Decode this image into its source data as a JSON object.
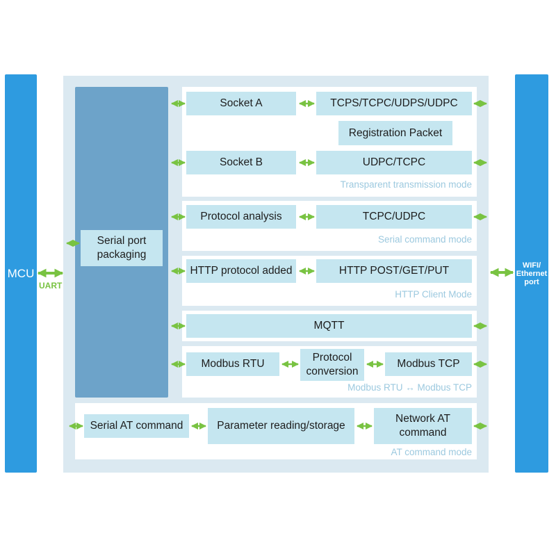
{
  "left_bar": {
    "label": "MCU"
  },
  "uart_label": "UART",
  "right_bar": {
    "label_line1": "WIFI/",
    "label_line2": "Ethernet",
    "label_line3": "port"
  },
  "serial_packaging": {
    "line1": "Serial port",
    "line2": "packaging"
  },
  "transparent": {
    "socket_a": "Socket A",
    "socket_a_protocols": "TCPS/TCPC/UDPS/UDPC",
    "registration": "Registration Packet",
    "socket_b": "Socket B",
    "socket_b_protocols": "UDPC/TCPC",
    "caption": "Transparent transmission mode"
  },
  "serial_command": {
    "analysis": "Protocol analysis",
    "protocols": "TCPC/UDPC",
    "caption": "Serial command mode"
  },
  "http_client": {
    "added": "HTTP protocol added",
    "methods": "HTTP POST/GET/PUT",
    "caption": "HTTP Client Mode"
  },
  "mqtt": {
    "label": "MQTT"
  },
  "modbus": {
    "rtu": "Modbus RTU",
    "conversion_line1": "Protocol",
    "conversion_line2": "conversion",
    "tcp": "Modbus TCP",
    "caption": "Modbus RTU ↔ Modbus TCP"
  },
  "at_command": {
    "serial_at": "Serial AT command",
    "params": "Parameter reading/storage",
    "network_line1": "Network AT",
    "network_line2": "command",
    "caption": "AT command mode"
  },
  "colors": {
    "side_bar": "#2e9be0",
    "outer_background": "#dbe9f1",
    "packaging_column": "#6da3c9",
    "box": "#c5e6f0",
    "caption": "#9cc9df",
    "arrow": "#79c342"
  }
}
